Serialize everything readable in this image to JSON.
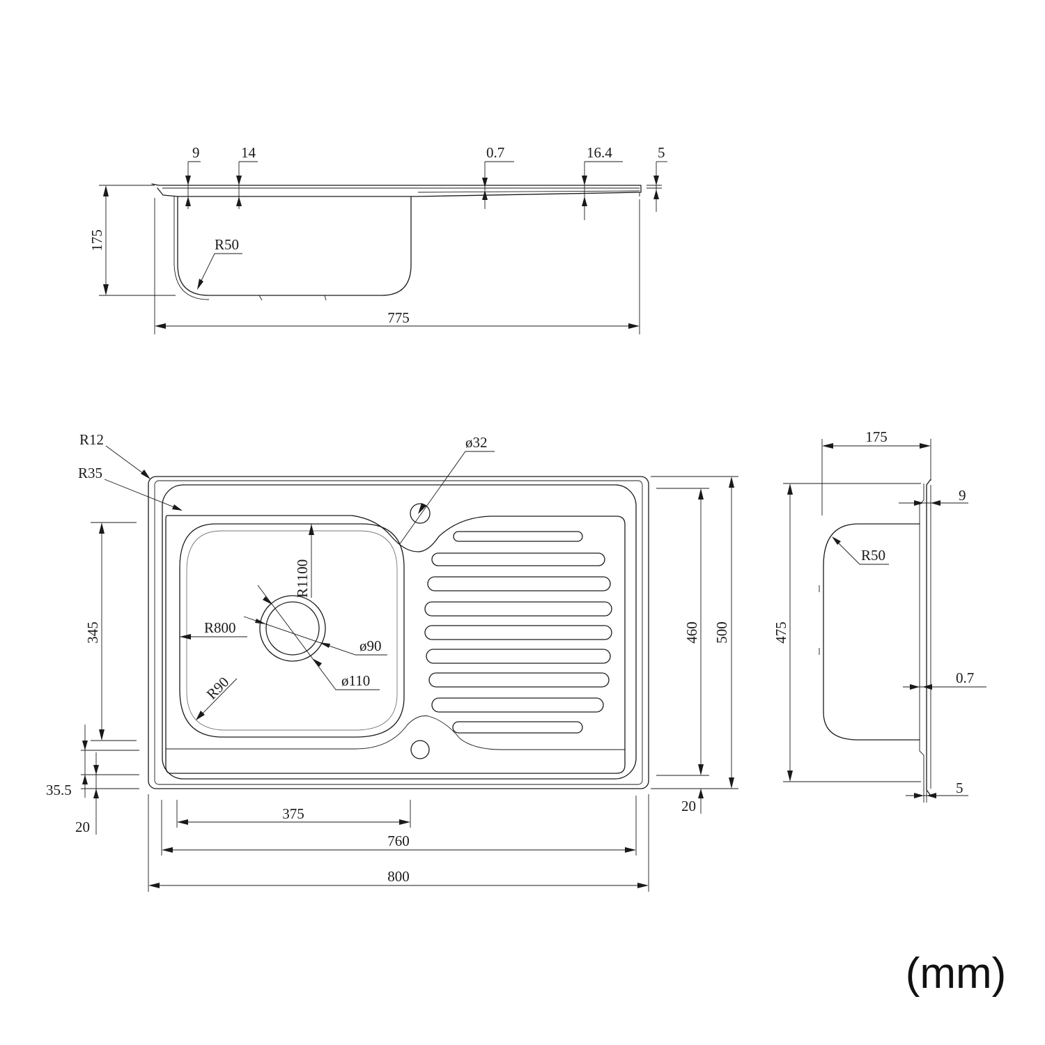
{
  "unit_label": "(mm)",
  "side_view": {
    "top_dims": [
      "9",
      "14",
      "0.7",
      "16.4",
      "5"
    ],
    "depth": "175",
    "radius": "R50",
    "length": "775"
  },
  "top_view": {
    "corner_radius_outer": "R12",
    "corner_radius_inner": "R35",
    "tap_hole": "ø32",
    "curve_radius_large": "R1100",
    "curve_radius_side": "R800",
    "waste_inner": "ø90",
    "waste_outer": "ø110",
    "bowl_corner": "R90",
    "bowl_height": "345",
    "offset_a": "35.5",
    "offset_b": "20",
    "offset_right": "20",
    "bowl_width": "375",
    "inner_length": "760",
    "overall_length": "800",
    "inner_width": "460",
    "overall_width": "500"
  },
  "end_view": {
    "depth": "175",
    "height": "475",
    "flange": "9",
    "radius": "R50",
    "thickness": "0.7",
    "lip": "5"
  }
}
